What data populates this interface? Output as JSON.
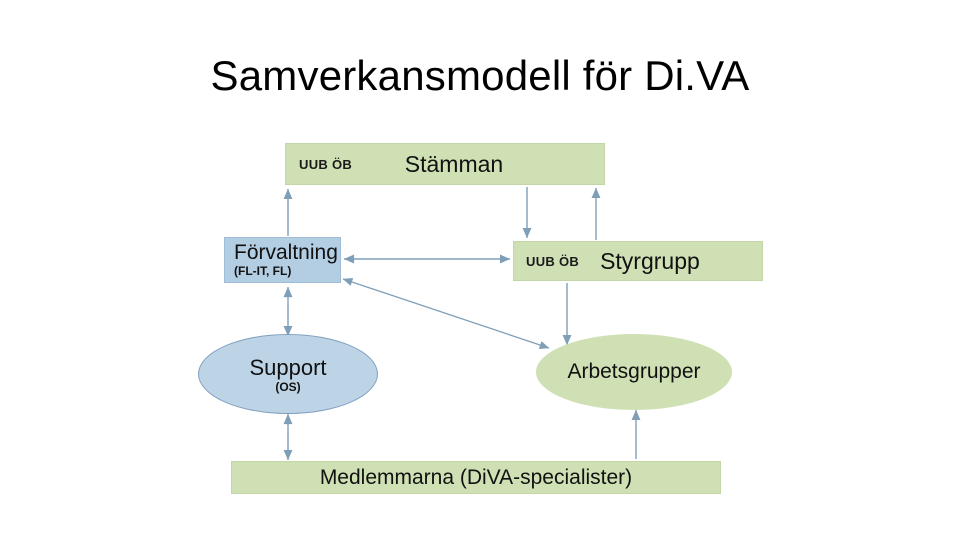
{
  "slide": {
    "title": "Samverkansmodell för Di.VA",
    "background_color": "#ffffff"
  },
  "colors": {
    "green_fill": "#cfe0b4",
    "blue_fill": "#b3cde3",
    "ellipse_blue_fill": "#bdd4e7",
    "arrow_stroke": "#7f9fb8",
    "text": "#111111"
  },
  "nodes": {
    "stamman": {
      "tag": "UUB ÖB",
      "title": "Stämman",
      "sub": "",
      "shape": "rectangle",
      "fill": "green"
    },
    "styrgrupp": {
      "tag": "UUB ÖB",
      "title": "Styrgrupp",
      "sub": "",
      "shape": "rectangle",
      "fill": "green"
    },
    "forvaltning": {
      "tag": "",
      "title": "Förvaltning",
      "sub": "(FL-IT, FL)",
      "shape": "rectangle",
      "fill": "blue"
    },
    "support": {
      "tag": "",
      "title": "Support",
      "sub": "(OS)",
      "shape": "ellipse",
      "fill": "blue"
    },
    "arbetsgrupper": {
      "tag": "",
      "title": "Arbetsgrupper",
      "sub": "",
      "shape": "ellipse",
      "fill": "green"
    },
    "medlemmarna": {
      "tag": "",
      "title": "Medlemmarna (DiVA-specialister)",
      "sub": "",
      "shape": "rectangle",
      "fill": "green"
    }
  },
  "connections": [
    {
      "from": "forvaltning",
      "to": "stamman",
      "direction": "one-way-up"
    },
    {
      "from": "stamman",
      "to": "styrgrupp",
      "direction": "one-way-down"
    },
    {
      "from": "styrgrupp",
      "to": "stamman",
      "direction": "one-way-up"
    },
    {
      "from": "forvaltning",
      "to": "styrgrupp",
      "direction": "two-way"
    },
    {
      "from": "forvaltning",
      "to": "arbetsgrupper",
      "direction": "two-way"
    },
    {
      "from": "forvaltning",
      "to": "support",
      "direction": "two-way"
    },
    {
      "from": "styrgrupp",
      "to": "arbetsgrupper",
      "direction": "one-way-down"
    },
    {
      "from": "support",
      "to": "medlemmarna",
      "direction": "two-way"
    },
    {
      "from": "medlemmarna",
      "to": "arbetsgrupper",
      "direction": "one-way-up"
    }
  ]
}
